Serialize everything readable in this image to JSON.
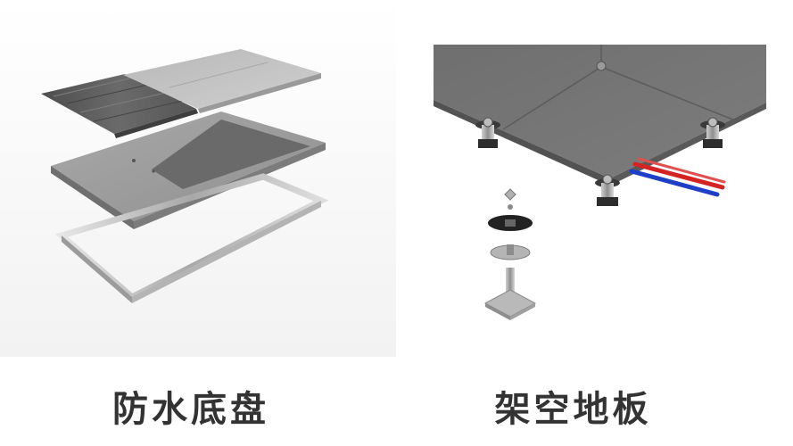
{
  "products": [
    {
      "name": "防水底盘",
      "illustration": "exploded-tray-illustration"
    },
    {
      "name": "架空地板",
      "illustration": "raised-floor-illustration"
    }
  ],
  "colors": {
    "caption_text": "#333333",
    "background": "#ffffff",
    "floor_panel": "#737373",
    "tray": "#8c8c8c",
    "frame": "#c8c8c8",
    "pipe_red": "#d42323",
    "pipe_blue": "#1f3fc7"
  }
}
